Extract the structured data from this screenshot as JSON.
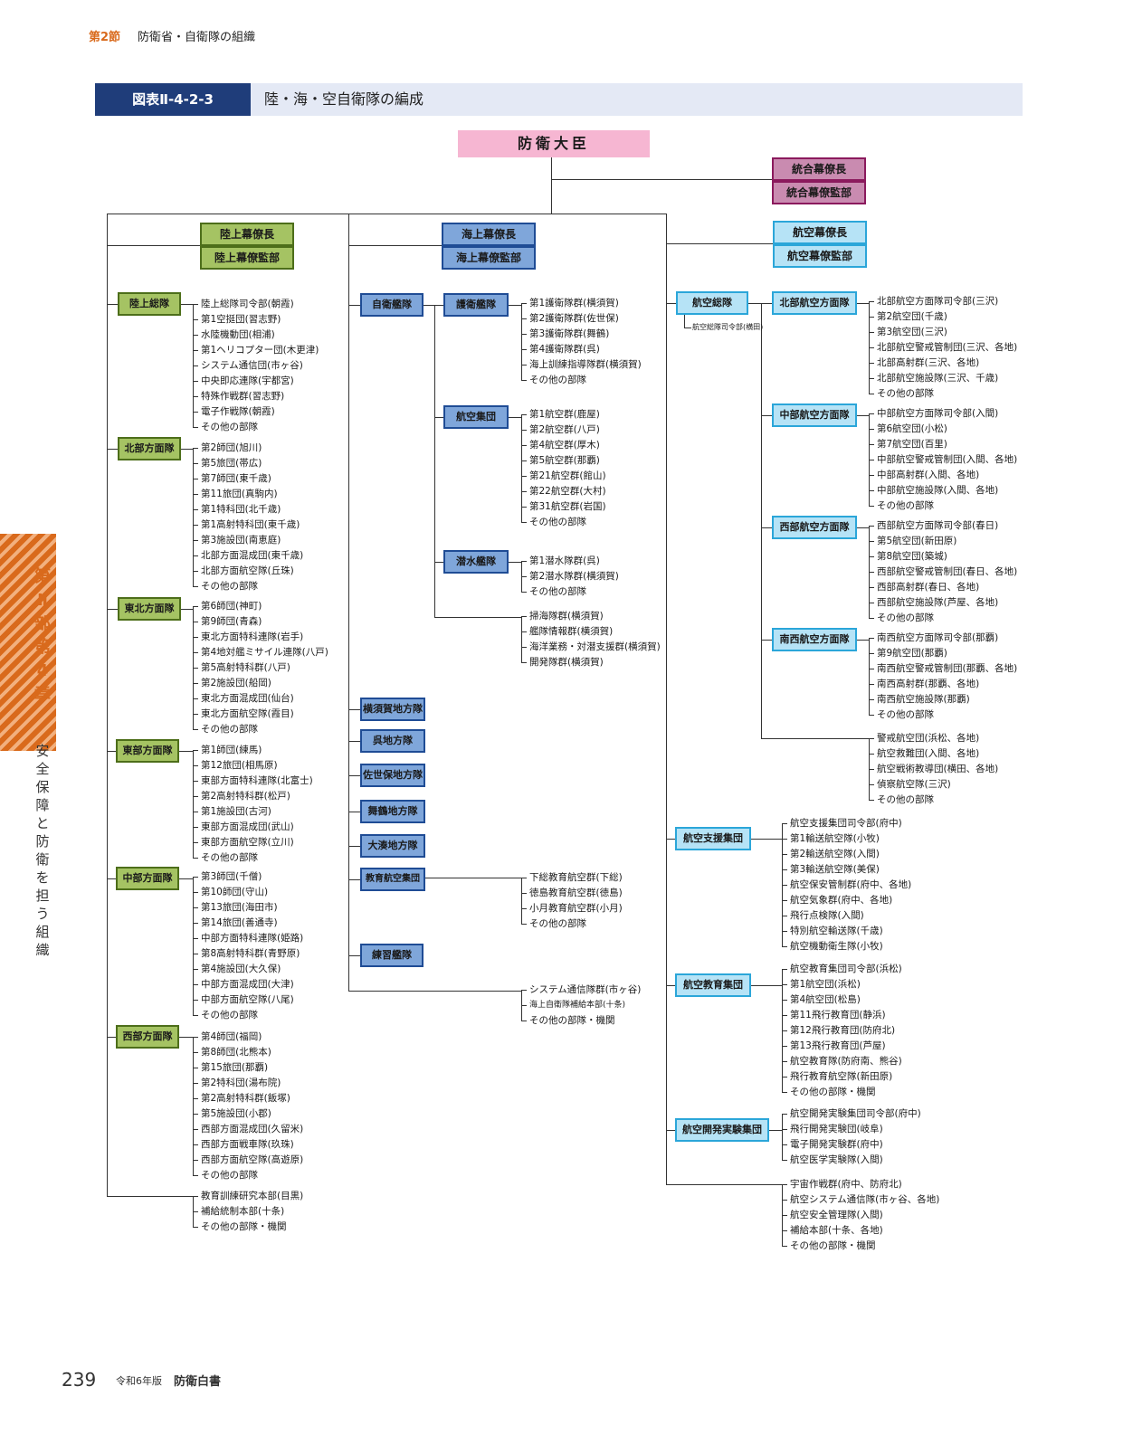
{
  "header": {
    "section": "第2節",
    "title": "防衛省・自衛隊の組織"
  },
  "figure": {
    "label": "図表Ⅱ-4-2-3",
    "title": "陸・海・空自衛隊の編成"
  },
  "minister": "防衛大臣",
  "joint": {
    "chief": "統合幕僚長",
    "staff": "統合幕僚監部"
  },
  "gsdf": {
    "chief": "陸上幕僚長",
    "staff": "陸上幕僚監部",
    "units": [
      {
        "name": "陸上総隊",
        "items": [
          "陸上総隊司令部(朝霞)",
          "第1空挺団(習志野)",
          "水陸機動団(相浦)",
          "第1ヘリコプター団(木更津)",
          "システム通信団(市ヶ谷)",
          "中央即応連隊(宇都宮)",
          "特殊作戦群(習志野)",
          "電子作戦隊(朝霞)",
          "その他の部隊"
        ]
      },
      {
        "name": "北部方面隊",
        "items": [
          "第2師団(旭川)",
          "第5旅団(帯広)",
          "第7師団(東千歳)",
          "第11旅団(真駒内)",
          "第1特科団(北千歳)",
          "第1高射特科団(東千歳)",
          "第3施設団(南恵庭)",
          "北部方面混成団(東千歳)",
          "北部方面航空隊(丘珠)",
          "その他の部隊"
        ]
      },
      {
        "name": "東北方面隊",
        "items": [
          "第6師団(神町)",
          "第9師団(青森)",
          "東北方面特科連隊(岩手)",
          "第4地対艦ミサイル連隊(八戸)",
          "第5高射特科群(八戸)",
          "第2施設団(船岡)",
          "東北方面混成団(仙台)",
          "東北方面航空隊(霞目)",
          "その他の部隊"
        ]
      },
      {
        "name": "東部方面隊",
        "items": [
          "第1師団(練馬)",
          "第12旅団(相馬原)",
          "東部方面特科連隊(北富士)",
          "第2高射特科群(松戸)",
          "第1施設団(古河)",
          "東部方面混成団(武山)",
          "東部方面航空隊(立川)",
          "その他の部隊"
        ]
      },
      {
        "name": "中部方面隊",
        "items": [
          "第3師団(千僧)",
          "第10師団(守山)",
          "第13旅団(海田市)",
          "第14旅団(善通寺)",
          "中部方面特科連隊(姫路)",
          "第8高射特科群(青野原)",
          "第4施設団(大久保)",
          "中部方面混成団(大津)",
          "中部方面航空隊(八尾)",
          "その他の部隊"
        ]
      },
      {
        "name": "西部方面隊",
        "items": [
          "第4師団(福岡)",
          "第8師団(北熊本)",
          "第15旅団(那覇)",
          "第2特科団(湯布院)",
          "第2高射特科群(飯塚)",
          "第5施設団(小郡)",
          "西部方面混成団(久留米)",
          "西部方面戦車隊(玖珠)",
          "西部方面航空隊(高遊原)",
          "その他の部隊"
        ]
      }
    ],
    "other": [
      "教育訓練研究本部(目黒)",
      "補給統制本部(十条)",
      "その他の部隊・機関"
    ]
  },
  "msdf": {
    "chief": "海上幕僚長",
    "staff": "海上幕僚監部",
    "fleet": "自衛艦隊",
    "subunits": [
      {
        "name": "護衛艦隊",
        "items": [
          "第1護衛隊群(横須賀)",
          "第2護衛隊群(佐世保)",
          "第3護衛隊群(舞鶴)",
          "第4護衛隊群(呉)",
          "海上訓練指導隊群(横須賀)",
          "その他の部隊"
        ]
      },
      {
        "name": "航空集団",
        "items": [
          "第1航空群(鹿屋)",
          "第2航空群(八戸)",
          "第4航空群(厚木)",
          "第5航空群(那覇)",
          "第21航空群(館山)",
          "第22航空群(大村)",
          "第31航空群(岩国)",
          "その他の部隊"
        ]
      },
      {
        "name": "潜水艦隊",
        "items": [
          "第1潜水隊群(呉)",
          "第2潜水隊群(横須賀)",
          "その他の部隊"
        ]
      }
    ],
    "fleet_other": [
      "掃海隊群(横須賀)",
      "艦隊情報群(横須賀)",
      "海洋業務・対潜支援群(横須賀)",
      "開発隊群(横須賀)"
    ],
    "districts": [
      "横須賀地方隊",
      "呉地方隊",
      "佐世保地方隊",
      "舞鶴地方隊",
      "大湊地方隊"
    ],
    "education": {
      "name": "教育航空集団",
      "items": [
        "下総教育航空群(下総)",
        "徳島教育航空群(徳島)",
        "小月教育航空群(小月)",
        "その他の部隊"
      ]
    },
    "training": "練習艦隊",
    "other": [
      "システム通信隊群(市ヶ谷)",
      "海上自衛隊補給本部(十条)",
      "その他の部隊・機関"
    ]
  },
  "asdf": {
    "chief": "航空幕僚長",
    "staff": "航空幕僚監部",
    "command": "航空総隊",
    "command_hq": "航空総隊司令部(横田)",
    "forces": [
      {
        "name": "北部航空方面隊",
        "items": [
          "北部航空方面隊司令部(三沢)",
          "第2航空団(千歳)",
          "第3航空団(三沢)",
          "北部航空警戒管制団(三沢、各地)",
          "北部高射群(三沢、各地)",
          "北部航空施設隊(三沢、千歳)",
          "その他の部隊"
        ]
      },
      {
        "name": "中部航空方面隊",
        "items": [
          "中部航空方面隊司令部(入間)",
          "第6航空団(小松)",
          "第7航空団(百里)",
          "中部航空警戒管制団(入間、各地)",
          "中部高射群(入間、各地)",
          "中部航空施設隊(入間、各地)",
          "その他の部隊"
        ]
      },
      {
        "name": "西部航空方面隊",
        "items": [
          "西部航空方面隊司令部(春日)",
          "第5航空団(新田原)",
          "第8航空団(築城)",
          "西部航空警戒管制団(春日、各地)",
          "西部高射群(春日、各地)",
          "西部航空施設隊(芦屋、各地)",
          "その他の部隊"
        ]
      },
      {
        "name": "南西航空方面隊",
        "items": [
          "南西航空方面隊司令部(那覇)",
          "第9航空団(那覇)",
          "南西航空警戒管制団(那覇、各地)",
          "南西高射群(那覇、各地)",
          "南西航空施設隊(那覇)",
          "その他の部隊"
        ]
      }
    ],
    "command_other": [
      "警戒航空団(浜松、各地)",
      "航空救難団(入間、各地)",
      "航空戦術教導団(横田、各地)",
      "偵察航空隊(三沢)",
      "その他の部隊"
    ],
    "support": {
      "name": "航空支援集団",
      "items": [
        "航空支援集団司令部(府中)",
        "第1輸送航空隊(小牧)",
        "第2輸送航空隊(入間)",
        "第3輸送航空隊(美保)",
        "航空保安管制群(府中、各地)",
        "航空気象群(府中、各地)",
        "飛行点検隊(入間)",
        "特別航空輸送隊(千歳)",
        "航空機動衛生隊(小牧)"
      ]
    },
    "education": {
      "name": "航空教育集団",
      "items": [
        "航空教育集団司令部(浜松)",
        "第1航空団(浜松)",
        "第4航空団(松島)",
        "第11飛行教育団(静浜)",
        "第12飛行教育団(防府北)",
        "第13飛行教育団(芦屋)",
        "航空教育隊(防府南、熊谷)",
        "飛行教育航空隊(新田原)",
        "その他の部隊・機関"
      ]
    },
    "dev": {
      "name": "航空開発実験集団",
      "items": [
        "航空開発実験集団司令部(府中)",
        "飛行開発実験団(岐阜)",
        "電子開発実験群(府中)",
        "航空医学実験隊(入間)"
      ]
    },
    "other": [
      "宇宙作戦群(府中、防府北)",
      "航空システム通信隊(市ヶ谷、各地)",
      "航空安全管理隊(入間)",
      "補給本部(十条、各地)",
      "その他の部隊・機関"
    ]
  },
  "side": {
    "part": "第Ⅱ部",
    "chapter": "第4章",
    "chapter_title": "安全保障と防衛を担う組織"
  },
  "footer": {
    "page": "239",
    "edition": "令和6年版",
    "book": "防衛白書"
  }
}
